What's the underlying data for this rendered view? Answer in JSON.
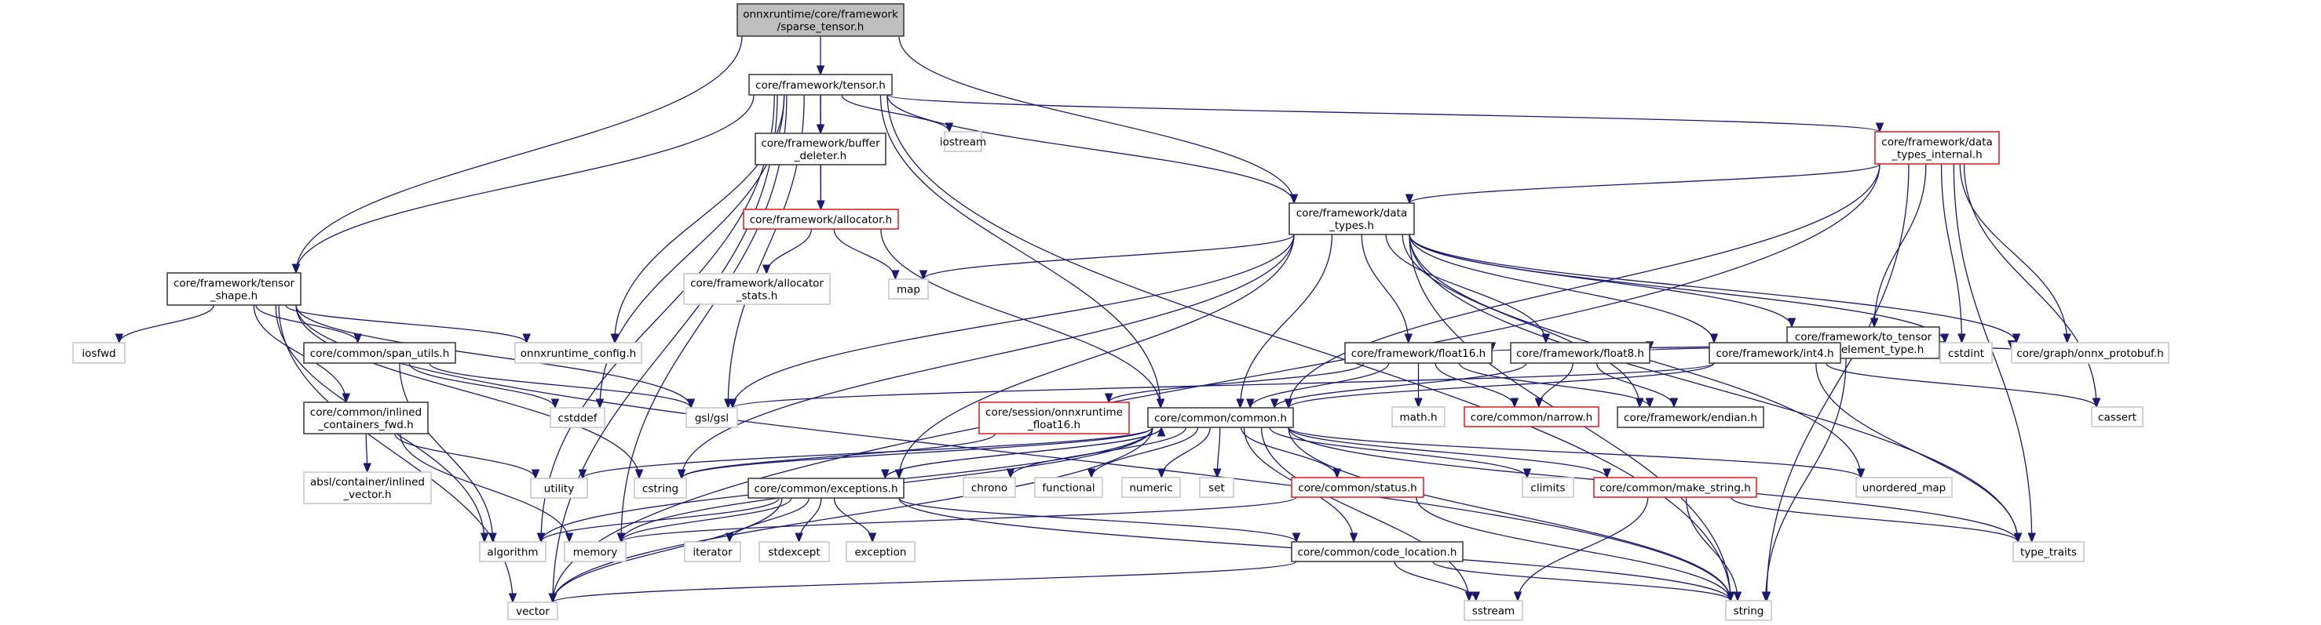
{
  "graph": {
    "title": "onnxruntime/core/framework/sparse_tensor.h",
    "colors": {
      "edge": "#191970",
      "root_fill": "#bfbfbf",
      "documented_border": "#404040",
      "incomplete_border": "#e0262a",
      "external_border": "#c8c8c8"
    },
    "nodes": [
      {
        "id": "sparse_tensor",
        "kind": "root",
        "lines": [
          "onnxruntime/core/framework",
          "/sparse_tensor.h"
        ]
      },
      {
        "id": "tensor",
        "kind": "doc",
        "lines": [
          "core/framework/tensor.h"
        ]
      },
      {
        "id": "buffer_deleter",
        "kind": "doc",
        "lines": [
          "core/framework/buffer",
          "_deleter.h"
        ]
      },
      {
        "id": "iostream",
        "kind": "ext",
        "lines": [
          "iostream"
        ]
      },
      {
        "id": "data_types_internal",
        "kind": "red",
        "lines": [
          "core/framework/data",
          "_types_internal.h"
        ]
      },
      {
        "id": "allocator",
        "kind": "red",
        "lines": [
          "core/framework/allocator.h"
        ]
      },
      {
        "id": "data_types",
        "kind": "doc",
        "lines": [
          "core/framework/data",
          "_types.h"
        ]
      },
      {
        "id": "allocator_stats",
        "kind": "ext",
        "lines": [
          "core/framework/allocator",
          "_stats.h"
        ]
      },
      {
        "id": "map",
        "kind": "ext",
        "lines": [
          "map"
        ]
      },
      {
        "id": "tensor_shape",
        "kind": "doc",
        "lines": [
          "core/framework/tensor",
          "_shape.h"
        ]
      },
      {
        "id": "to_tensor_proto",
        "kind": "doc",
        "lines": [
          "core/framework/to_tensor",
          "_proto_element_type.h"
        ]
      },
      {
        "id": "iosfwd",
        "kind": "ext",
        "lines": [
          "iosfwd"
        ]
      },
      {
        "id": "span_utils",
        "kind": "doc",
        "lines": [
          "core/common/span_utils.h"
        ]
      },
      {
        "id": "onnxruntime_config",
        "kind": "ext",
        "lines": [
          "onnxruntime_config.h"
        ]
      },
      {
        "id": "float16",
        "kind": "doc",
        "lines": [
          "core/framework/float16.h"
        ]
      },
      {
        "id": "float8",
        "kind": "doc",
        "lines": [
          "core/framework/float8.h"
        ]
      },
      {
        "id": "int4",
        "kind": "doc",
        "lines": [
          "core/framework/int4.h"
        ]
      },
      {
        "id": "cstdint",
        "kind": "ext",
        "lines": [
          "cstdint"
        ]
      },
      {
        "id": "onnx_protobuf",
        "kind": "ext",
        "lines": [
          "core/graph/onnx_protobuf.h"
        ]
      },
      {
        "id": "inlined_containers_fwd",
        "kind": "doc",
        "lines": [
          "core/common/inlined",
          "_containers_fwd.h"
        ]
      },
      {
        "id": "cstddef",
        "kind": "ext",
        "lines": [
          "cstddef"
        ]
      },
      {
        "id": "gsl",
        "kind": "ext",
        "lines": [
          "gsl/gsl"
        ]
      },
      {
        "id": "onnxruntime_float16",
        "kind": "red",
        "lines": [
          "core/session/onnxruntime",
          "_float16.h"
        ]
      },
      {
        "id": "common",
        "kind": "doc",
        "lines": [
          "core/common/common.h"
        ]
      },
      {
        "id": "math",
        "kind": "ext",
        "lines": [
          "math.h"
        ]
      },
      {
        "id": "narrow",
        "kind": "red",
        "lines": [
          "core/common/narrow.h"
        ]
      },
      {
        "id": "endian",
        "kind": "doc",
        "lines": [
          "core/framework/endian.h"
        ]
      },
      {
        "id": "cassert",
        "kind": "ext",
        "lines": [
          "cassert"
        ]
      },
      {
        "id": "absl_inlined_vector",
        "kind": "ext",
        "lines": [
          "absl/container/inlined",
          "_vector.h"
        ]
      },
      {
        "id": "utility",
        "kind": "ext",
        "lines": [
          "utility"
        ]
      },
      {
        "id": "cstring",
        "kind": "ext",
        "lines": [
          "cstring"
        ]
      },
      {
        "id": "exceptions",
        "kind": "doc",
        "lines": [
          "core/common/exceptions.h"
        ]
      },
      {
        "id": "chrono",
        "kind": "ext",
        "lines": [
          "chrono"
        ]
      },
      {
        "id": "functional",
        "kind": "ext",
        "lines": [
          "functional"
        ]
      },
      {
        "id": "numeric",
        "kind": "ext",
        "lines": [
          "numeric"
        ]
      },
      {
        "id": "set",
        "kind": "ext",
        "lines": [
          "set"
        ]
      },
      {
        "id": "status",
        "kind": "red",
        "lines": [
          "core/common/status.h"
        ]
      },
      {
        "id": "climits",
        "kind": "ext",
        "lines": [
          "climits"
        ]
      },
      {
        "id": "make_string",
        "kind": "red",
        "lines": [
          "core/common/make_string.h"
        ]
      },
      {
        "id": "unordered_map",
        "kind": "ext",
        "lines": [
          "unordered_map"
        ]
      },
      {
        "id": "algorithm",
        "kind": "ext",
        "lines": [
          "algorithm"
        ]
      },
      {
        "id": "memory",
        "kind": "ext",
        "lines": [
          "memory"
        ]
      },
      {
        "id": "iterator",
        "kind": "ext",
        "lines": [
          "iterator"
        ]
      },
      {
        "id": "stdexcept",
        "kind": "ext",
        "lines": [
          "stdexcept"
        ]
      },
      {
        "id": "exception",
        "kind": "ext",
        "lines": [
          "exception"
        ]
      },
      {
        "id": "code_location",
        "kind": "doc",
        "lines": [
          "core/common/code_location.h"
        ]
      },
      {
        "id": "type_traits",
        "kind": "ext",
        "lines": [
          "type_traits"
        ]
      },
      {
        "id": "vector",
        "kind": "ext",
        "lines": [
          "vector"
        ]
      },
      {
        "id": "sstream",
        "kind": "ext",
        "lines": [
          "sstream"
        ]
      },
      {
        "id": "string",
        "kind": "ext",
        "lines": [
          "string"
        ]
      }
    ],
    "edges": [
      [
        "sparse_tensor",
        "tensor"
      ],
      [
        "sparse_tensor",
        "tensor_shape"
      ],
      [
        "sparse_tensor",
        "data_types"
      ],
      [
        "tensor",
        "buffer_deleter"
      ],
      [
        "tensor",
        "iostream"
      ],
      [
        "tensor",
        "data_types_internal"
      ],
      [
        "tensor",
        "allocator"
      ],
      [
        "tensor",
        "data_types"
      ],
      [
        "tensor",
        "tensor_shape"
      ],
      [
        "tensor",
        "onnxruntime_config"
      ],
      [
        "tensor",
        "cstddef"
      ],
      [
        "tensor",
        "gsl"
      ],
      [
        "tensor",
        "common"
      ],
      [
        "tensor",
        "memory"
      ],
      [
        "tensor",
        "vector"
      ],
      [
        "tensor",
        "string"
      ],
      [
        "tensor",
        "algorithm"
      ],
      [
        "buffer_deleter",
        "allocator"
      ],
      [
        "allocator",
        "allocator_stats"
      ],
      [
        "allocator",
        "map"
      ],
      [
        "allocator",
        "common"
      ],
      [
        "data_types_internal",
        "data_types"
      ],
      [
        "data_types_internal",
        "to_tensor_proto"
      ],
      [
        "data_types_internal",
        "cstdint"
      ],
      [
        "data_types_internal",
        "onnx_protobuf"
      ],
      [
        "data_types_internal",
        "cassert"
      ],
      [
        "data_types_internal",
        "type_traits"
      ],
      [
        "data_types_internal",
        "string"
      ],
      [
        "data_types_internal",
        "common"
      ],
      [
        "data_types_internal",
        "vector"
      ],
      [
        "data_types",
        "map"
      ],
      [
        "data_types",
        "gsl"
      ],
      [
        "data_types",
        "common"
      ],
      [
        "data_types",
        "exceptions"
      ],
      [
        "data_types",
        "float16"
      ],
      [
        "data_types",
        "float8"
      ],
      [
        "data_types",
        "int4"
      ],
      [
        "data_types",
        "endian"
      ],
      [
        "data_types",
        "to_tensor_proto"
      ],
      [
        "data_types",
        "cstdint"
      ],
      [
        "data_types",
        "onnx_protobuf"
      ],
      [
        "data_types",
        "type_traits"
      ],
      [
        "data_types",
        "string"
      ],
      [
        "data_types",
        "unordered_map"
      ],
      [
        "data_types",
        "cstring"
      ],
      [
        "to_tensor_proto",
        "float16"
      ],
      [
        "to_tensor_proto",
        "float8"
      ],
      [
        "to_tensor_proto",
        "int4"
      ],
      [
        "to_tensor_proto",
        "cstdint"
      ],
      [
        "to_tensor_proto",
        "onnx_protobuf"
      ],
      [
        "to_tensor_proto",
        "string"
      ],
      [
        "tensor_shape",
        "iosfwd"
      ],
      [
        "tensor_shape",
        "span_utils"
      ],
      [
        "tensor_shape",
        "onnxruntime_config"
      ],
      [
        "tensor_shape",
        "gsl"
      ],
      [
        "tensor_shape",
        "inlined_containers_fwd"
      ],
      [
        "tensor_shape",
        "cstring"
      ],
      [
        "tensor_shape",
        "algorithm"
      ],
      [
        "tensor_shape",
        "vector"
      ],
      [
        "tensor_shape",
        "string"
      ],
      [
        "span_utils",
        "cstddef"
      ],
      [
        "span_utils",
        "gsl"
      ],
      [
        "span_utils",
        "algorithm"
      ],
      [
        "inlined_containers_fwd",
        "absl_inlined_vector"
      ],
      [
        "inlined_containers_fwd",
        "utility"
      ],
      [
        "inlined_containers_fwd",
        "memory"
      ],
      [
        "float16",
        "math"
      ],
      [
        "float16",
        "narrow"
      ],
      [
        "float16",
        "endian"
      ],
      [
        "float16",
        "common"
      ],
      [
        "float16",
        "onnxruntime_float16"
      ],
      [
        "float8",
        "narrow"
      ],
      [
        "float8",
        "endian"
      ],
      [
        "float8",
        "common"
      ],
      [
        "int4",
        "common"
      ],
      [
        "int4",
        "gsl"
      ],
      [
        "int4",
        "cassert"
      ],
      [
        "int4",
        "type_traits"
      ],
      [
        "onnxruntime_float16",
        "cstring"
      ],
      [
        "common",
        "utility"
      ],
      [
        "common",
        "cstring"
      ],
      [
        "common",
        "exceptions"
      ],
      [
        "common",
        "chrono"
      ],
      [
        "common",
        "functional"
      ],
      [
        "common",
        "numeric"
      ],
      [
        "common",
        "set"
      ],
      [
        "common",
        "status"
      ],
      [
        "common",
        "climits"
      ],
      [
        "common",
        "make_string"
      ],
      [
        "common",
        "unordered_map"
      ],
      [
        "common",
        "algorithm"
      ],
      [
        "common",
        "memory"
      ],
      [
        "common",
        "code_location"
      ],
      [
        "common",
        "vector"
      ],
      [
        "common",
        "sstream"
      ],
      [
        "common",
        "string"
      ],
      [
        "common",
        "type_traits"
      ],
      [
        "exceptions",
        "algorithm"
      ],
      [
        "exceptions",
        "memory"
      ],
      [
        "exceptions",
        "iterator"
      ],
      [
        "exceptions",
        "stdexcept"
      ],
      [
        "exceptions",
        "exception"
      ],
      [
        "exceptions",
        "code_location"
      ],
      [
        "exceptions",
        "vector"
      ],
      [
        "exceptions",
        "string"
      ],
      [
        "exceptions",
        "common"
      ],
      [
        "status",
        "memory"
      ],
      [
        "status",
        "string"
      ],
      [
        "make_string",
        "sstream"
      ],
      [
        "make_string",
        "string"
      ],
      [
        "make_string",
        "type_traits"
      ],
      [
        "code_location",
        "sstream"
      ],
      [
        "code_location",
        "string"
      ],
      [
        "code_location",
        "vector"
      ]
    ]
  }
}
